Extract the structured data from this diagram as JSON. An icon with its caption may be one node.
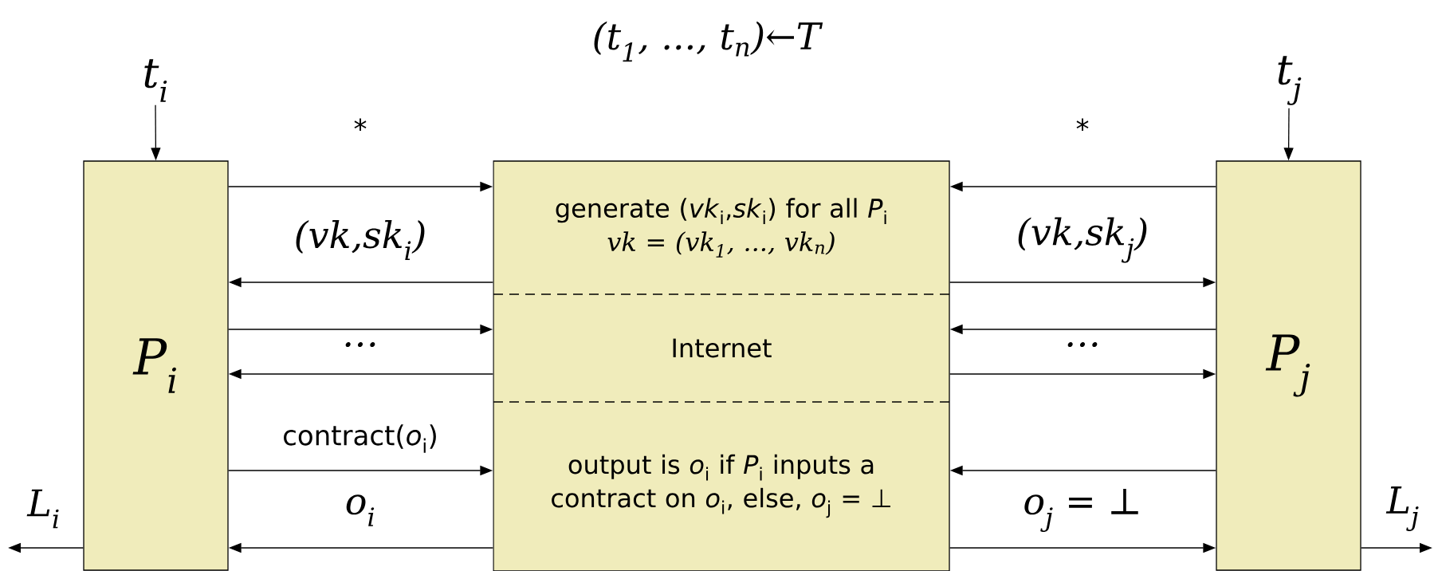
{
  "diagram": {
    "nodes": [
      {
        "text": [
          "P$_{i}$"
        ]
      },
      {
        "text": [
          "generate (*vk*$_{i}$,*sk*$_{i}$) for all *P*$_{i}$",
          "vk = (vk$_{1}$, ..., vk$_{n}$)"
        ]
      },
      {
        "text": [
          "Internet"
        ]
      },
      {
        "text": [
          "output is *o*$_{i}$ if *P*$_{i}$ inputs a contract on *o*$_{i}$, else, *o*$_{j}$ = ⊥"
        ]
      },
      {
        "text": [
          "P$_{j}$"
        ]
      },
      {
        "text": [
          "t$_{i}$"
        ]
      },
      {
        "text": [
          "t$_{j}$"
        ]
      }
    ],
    "edges": [
      {
        "from": 0,
        "to": 1,
        "arrow": "to",
        "label": "*"
      },
      {
        "from": 1,
        "to": 0,
        "arrow": "to",
        "label": "(vk,sk$_{i}$)"
      },
      {
        "from": 0,
        "to": 2,
        "arrow": "to"
      },
      {
        "from": 2,
        "to": 0,
        "arrow": "to",
        "label": "…"
      },
      {
        "from": 0,
        "to": 3,
        "arrow": "to",
        "label": "contract(*o*$_{i}$)"
      },
      {
        "from": 3,
        "to": 0,
        "arrow": "to",
        "label": "o$_{i}$"
      },
      {
        "from": 4,
        "to": 1,
        "arrow": "to",
        "label": "*"
      },
      {
        "from": 1,
        "to": 4,
        "arrow": "to",
        "label": "(vk,sk$_{j}$)"
      },
      {
        "from": 4,
        "to": 2,
        "arrow": "to"
      },
      {
        "from": 2,
        "to": 4,
        "arrow": "to",
        "label": "…"
      },
      {
        "from": 4,
        "to": 3,
        "arrow": "to"
      },
      {
        "from": 3,
        "to": 4,
        "arrow": "to",
        "label": "o$_{j}$ = ⊥"
      },
      {
        "from": 5,
        "to": 0,
        "arrow": "to"
      },
      {
        "from": 6,
        "to": 4,
        "arrow": "to"
      },
      {
        "from": 0,
        "to": null,
        "arrow": "to",
        "label": "L$_{i}$"
      },
      {
        "from": 4,
        "to": null,
        "arrow": "to",
        "label": "L$_{j}$"
      }
    ],
    "labels": [
      "(t$_{1}$, ..., t$_{n}$)←T"
    ]
  }
}
